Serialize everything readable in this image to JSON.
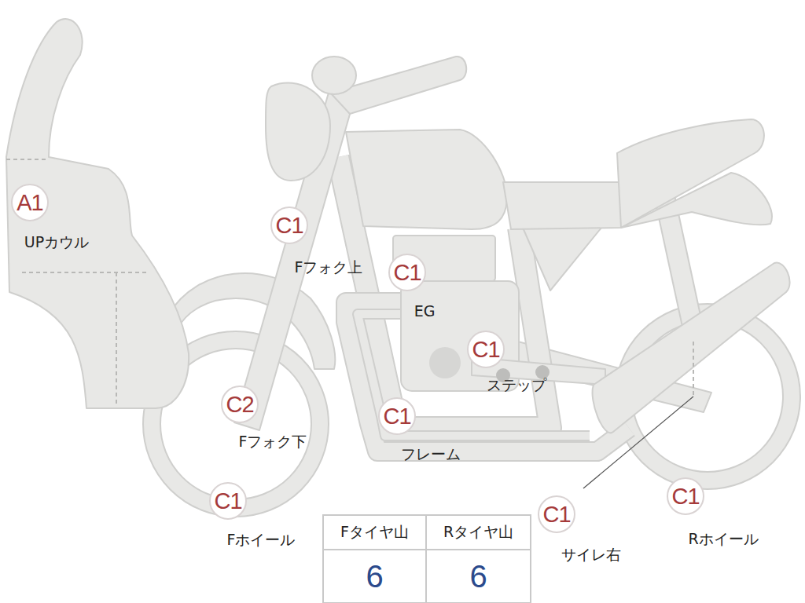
{
  "diagram": {
    "nodes": [
      {
        "text": [
          "A1",
          "UPカウル"
        ]
      },
      {
        "text": [
          "C1",
          "Fフォク上"
        ]
      },
      {
        "text": [
          "C1",
          "EG"
        ]
      },
      {
        "text": [
          "C1",
          "ステップ"
        ]
      },
      {
        "text": [
          "C2",
          "Fフォク下"
        ]
      },
      {
        "text": [
          "C1",
          "フレーム"
        ]
      },
      {
        "text": [
          "C1",
          "Fホイール"
        ]
      },
      {
        "text": [
          "C1",
          "サイレ右"
        ]
      },
      {
        "text": [
          "C1",
          "Rホイール"
        ]
      }
    ],
    "labels": [
      "Fタイヤ山",
      "Rタイヤ山",
      "6",
      "6"
    ]
  }
}
